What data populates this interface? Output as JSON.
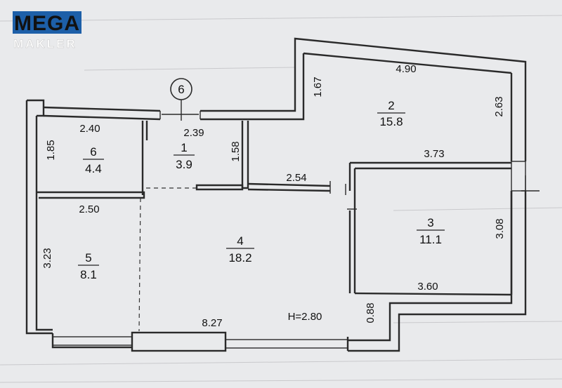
{
  "logo": {
    "line1": "MEGA",
    "line2": "MAKLER",
    "color": "#1d5fa8"
  },
  "axis_marker": {
    "label": "6"
  },
  "rooms": [
    {
      "id": "1",
      "number": "1",
      "area": "3.9"
    },
    {
      "id": "2",
      "number": "2",
      "area": "15.8"
    },
    {
      "id": "3",
      "number": "3",
      "area": "11.1"
    },
    {
      "id": "4",
      "number": "4",
      "area": "18.2"
    },
    {
      "id": "5",
      "number": "5",
      "area": "8.1"
    },
    {
      "id": "6",
      "number": "6",
      "area": "4.4"
    }
  ],
  "dimensions": {
    "d_490": "4.90",
    "d_167": "1.67",
    "d_263": "2.63",
    "d_373": "3.73",
    "d_240": "2.40",
    "d_239": "2.39",
    "d_185": "1.85",
    "d_158": "1.58",
    "d_254": "2.54",
    "d_250": "2.50",
    "d_323": "3.23",
    "d_308": "3.08",
    "d_360": "3.60",
    "d_827": "8.27",
    "d_088": "0.88"
  },
  "ceiling_height": "H=2.80"
}
